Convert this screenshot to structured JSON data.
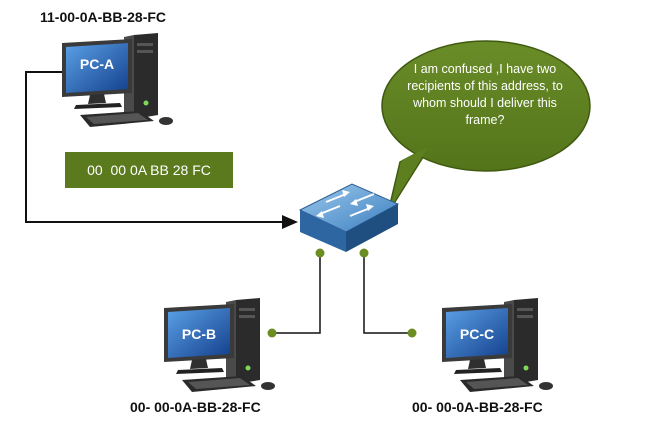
{
  "pc_a": {
    "label": "PC-A",
    "mac": "11-00-0A-BB-28-FC"
  },
  "pc_b": {
    "label": "PC-B",
    "mac": "00- 00-0A-BB-28-FC"
  },
  "pc_c": {
    "label": "PC-C",
    "mac": "00- 00-0A-BB-28-FC"
  },
  "frame": {
    "destination_mac": "00  00 0A BB 28 FC"
  },
  "bubble": {
    "message": "I am confused ,I have two recipients of this address, to whom should I deliver this frame?"
  },
  "colors": {
    "accent_green": "#5b7a1e",
    "switch_blue": "#4a8fc4",
    "monitor_blue": "#1e4f9c",
    "line": "#111111"
  }
}
